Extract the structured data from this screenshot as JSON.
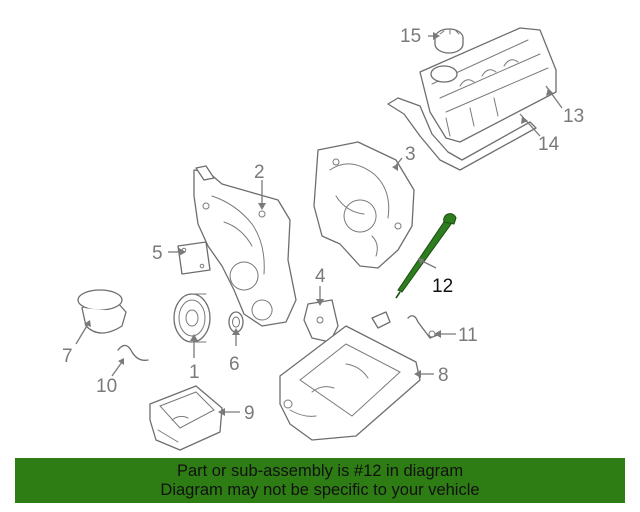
{
  "callouts": [
    {
      "id": "1",
      "label": "1"
    },
    {
      "id": "2",
      "label": "2"
    },
    {
      "id": "3",
      "label": "3"
    },
    {
      "id": "4",
      "label": "4"
    },
    {
      "id": "5",
      "label": "5"
    },
    {
      "id": "6",
      "label": "6"
    },
    {
      "id": "7",
      "label": "7"
    },
    {
      "id": "8",
      "label": "8"
    },
    {
      "id": "9",
      "label": "9"
    },
    {
      "id": "10",
      "label": "10"
    },
    {
      "id": "11",
      "label": "11"
    },
    {
      "id": "12",
      "label": "12"
    },
    {
      "id": "13",
      "label": "13"
    },
    {
      "id": "14",
      "label": "14"
    },
    {
      "id": "15",
      "label": "15"
    }
  ],
  "highlighted_part": "12",
  "colors": {
    "highlight": "#2e7d1f",
    "banner": "#2e7d14",
    "line": "#6e6e6e"
  },
  "footer": {
    "line1": "Part or sub-assembly is #12 in diagram",
    "line2": "Diagram may not be specific to your vehicle"
  }
}
